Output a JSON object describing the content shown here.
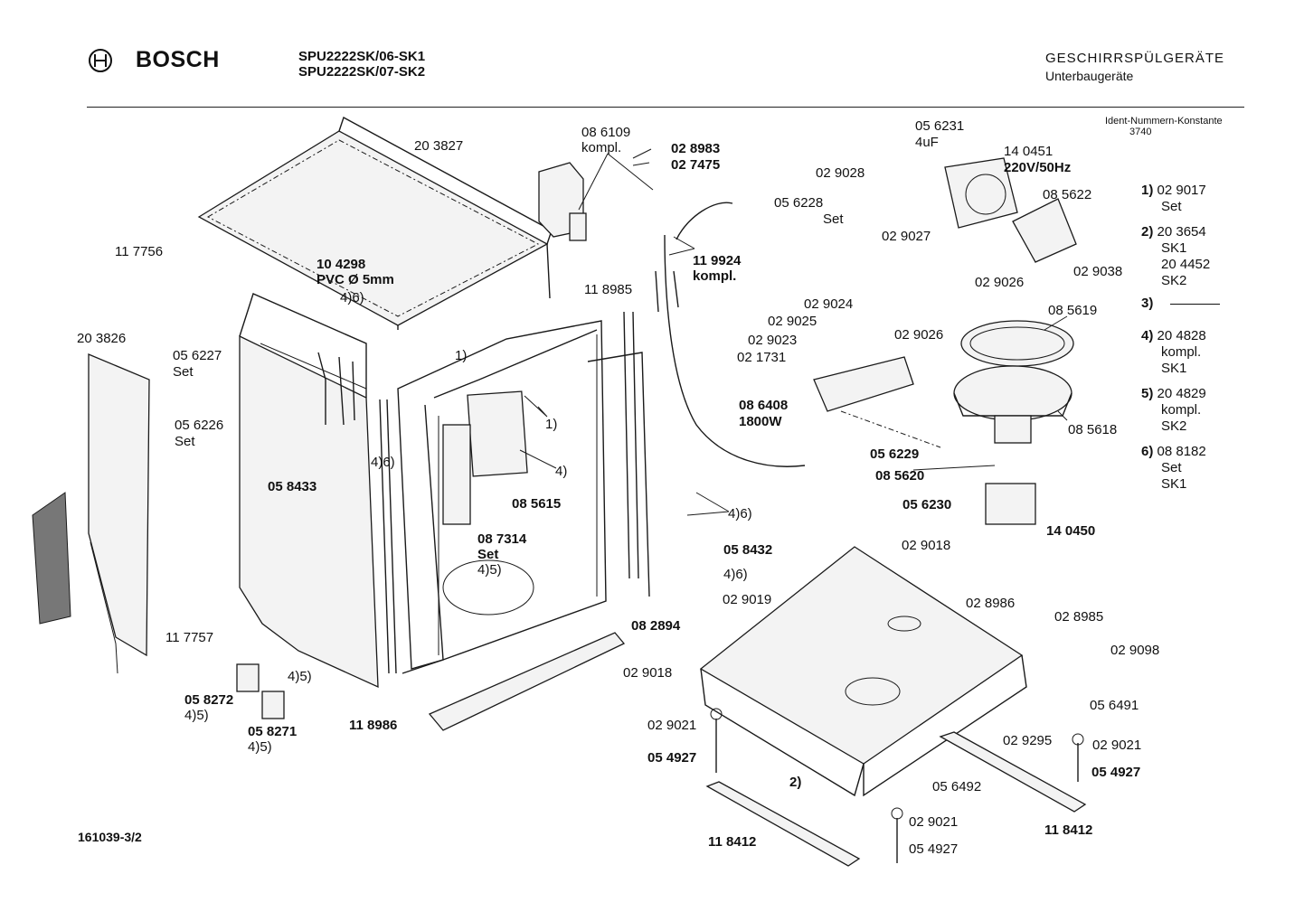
{
  "header": {
    "brand": "BOSCH",
    "models": [
      "SPU2222SK/06-SK1",
      "SPU2222SK/07-SK2"
    ],
    "category": "GESCHIRRSPÜLGERÄTE",
    "subcategory": "Unterbaugeräte",
    "ident_label": "Ident-Nummern-Konstante",
    "ident_value": "3740"
  },
  "drawing_number": "161039-3/2",
  "notes": [
    {
      "n": "1)",
      "lines": [
        "02 9017",
        "Set"
      ]
    },
    {
      "n": "2)",
      "lines": [
        "20 3654",
        "SK1",
        "20 4452",
        "SK2"
      ]
    },
    {
      "n": "3)",
      "lines": []
    },
    {
      "n": "4)",
      "lines": [
        "20 4828",
        "kompl.",
        "SK1"
      ]
    },
    {
      "n": "5)",
      "lines": [
        "20 4829",
        "kompl.",
        "SK2"
      ]
    },
    {
      "n": "6)",
      "lines": [
        "08 8182",
        "Set",
        "SK1"
      ]
    }
  ],
  "labels": [
    "20 3827",
    "11 7756",
    "10 4298",
    "PVC Ø 5mm",
    "4)6)",
    "05 6227",
    "Set",
    "20 3826",
    "05 6226",
    "Set",
    "05 8433",
    "4)6)",
    "11 7757",
    "05 8272",
    "4)5)",
    "05 8271",
    "4)5)",
    "4)5)",
    "11 8986",
    "08 6109",
    "kompl.",
    "02 8983",
    "02 7475",
    "05 6228",
    "Set",
    "11 9924",
    "kompl.",
    "11 8985",
    "1)",
    "1)",
    "4)",
    "08 5615",
    "08 7314",
    "Set",
    "4)5)",
    "08 2894",
    "4)6)",
    "05 8432",
    "4)6)",
    "02 9019",
    "02 9018",
    "05 6231",
    "4uF",
    "02 9028",
    "14 0451",
    "220V/50Hz",
    "02 9027",
    "08 5622",
    "02 9026",
    "02 9038",
    "02 9024",
    "02 9025",
    "02 9023",
    "02 1731",
    "08 6408",
    "1800W",
    "02 9026",
    "08 5619",
    "08 5618",
    "05 6229",
    "08 5620",
    "05 6230",
    "14 0450",
    "02 9018",
    "02 8986",
    "02 8985",
    "02 9098",
    "05 6491",
    "02 9295",
    "02 9021",
    "05 4927",
    "02 9021",
    "05 4927",
    "2)",
    "05 6492",
    "02 9021",
    "05 4927",
    "11 8412",
    "11 8412"
  ]
}
